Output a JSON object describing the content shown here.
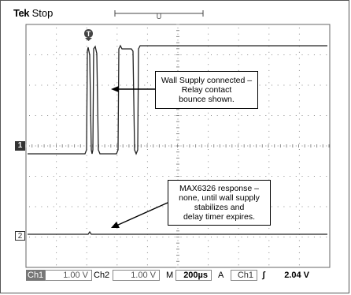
{
  "header": {
    "brand": "Tek",
    "state": "Stop"
  },
  "markers": {
    "trigger": "T",
    "trigger_position": "U",
    "ch1": "1",
    "ch2": "2"
  },
  "annotations": {
    "box1": [
      "Wall Supply connected –",
      "Relay contact",
      "bounce shown."
    ],
    "box2": [
      "MAX6326 response –",
      "none, until wall supply",
      "stabilizes and",
      "delay timer expires."
    ]
  },
  "status": {
    "ch1_label": "Ch1",
    "ch1_scale": "1.00 V",
    "ch2_label": "Ch2",
    "ch2_scale": "1.00 V",
    "mode": "M",
    "timebase": "200µs",
    "trigger_mode": "A",
    "trigger_source": "Ch1",
    "trigger_slope": "∫",
    "trigger_level": "2.04 V"
  },
  "colors": {
    "trace": "#222222",
    "grid": "#8a8a8a"
  }
}
